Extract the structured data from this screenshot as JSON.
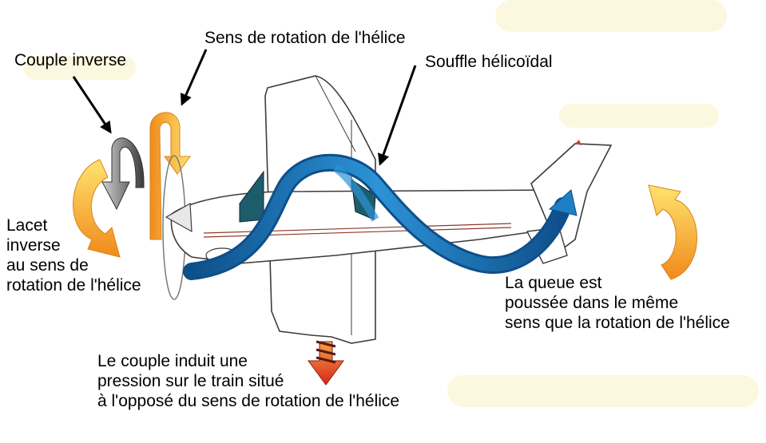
{
  "labels": {
    "propeller_rotation": "Sens de rotation de l'hélice",
    "reverse_torque": "Couple inverse",
    "slipstream": "Souffle hélicoïdal",
    "reverse_yaw": [
      "Lacet",
      "inverse",
      "au sens de",
      "rotation de l'hélice"
    ],
    "tail_pushed": [
      "La queue est",
      "poussée dans le même",
      "sens que la rotation de l'hélice"
    ],
    "gear_pressure": [
      "Le couple induit une",
      "pression sur le train situé",
      "à l'opposé du sens de rotation de l'hélice"
    ]
  },
  "colors": {
    "slipstream": "#1f7fc4",
    "slipstream_dark": "#0e4f8a",
    "rotation_arrow_light": "#ffe36e",
    "rotation_arrow_dark": "#f08a1c",
    "torque_arrow": "#555555",
    "gear_arrow": "#e0301e",
    "fuselage": "#ffffff",
    "outline": "#3c3c3c",
    "cowl": "#1d5d6b",
    "background_tint": "#fbf7dc"
  }
}
